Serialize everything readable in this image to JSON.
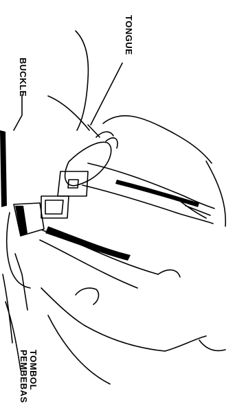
{
  "labels": {
    "tongue": "TONGUE",
    "buckle": "BUCKLE",
    "release_line1": "TOMBOL",
    "release_line2": "PEMBEBAS"
  },
  "colors": {
    "ink": "#000000",
    "paper": "#ffffff"
  }
}
